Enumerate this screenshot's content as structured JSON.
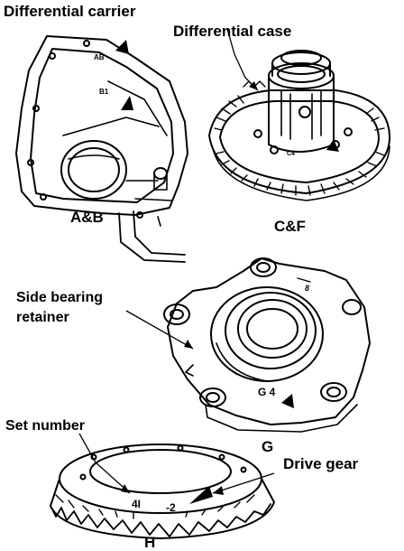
{
  "labels": {
    "differential_carrier": "Differential carrier",
    "differential_case": "Differential case",
    "side_bearing_retainer_line1": "Side bearing",
    "side_bearing_retainer_line2": "retainer",
    "set_number": "Set number",
    "drive_gear": "Drive gear"
  },
  "codes": {
    "carrier": "A&B",
    "case": "C&F",
    "retainer": "G",
    "gear": "H"
  },
  "stamped_marks": {
    "carrier_upper": "AB",
    "carrier_lower": "B1",
    "case": "C4",
    "retainer": "G 4",
    "gear_left": "4I",
    "gear_right": "-2"
  }
}
